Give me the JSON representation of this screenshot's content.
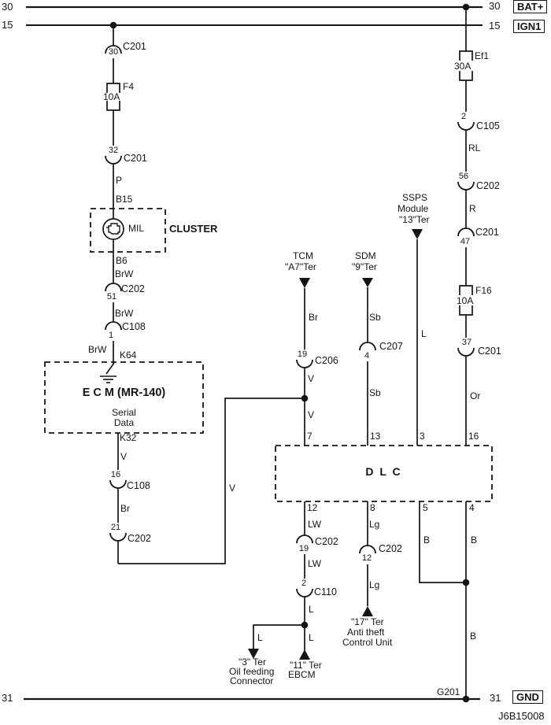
{
  "meta": {
    "code": "J6B15008"
  },
  "buses": {
    "bat_num": "30",
    "ign_num": "15",
    "gnd_num": "31",
    "bat_tag": "BAT+",
    "ign_tag": "IGN1",
    "gnd_tag": "GND",
    "ground_point": "G201"
  },
  "fuses": {
    "f4": {
      "name": "F4",
      "rating": "10A"
    },
    "ef1": {
      "name": "Ef1",
      "rating": "30A"
    },
    "f16": {
      "name": "F16",
      "rating": "10A"
    }
  },
  "boxes": {
    "cluster": "CLUSTER",
    "mil": "MIL",
    "ecm_title": "E C M (MR-140)",
    "ecm_line1": "Serial",
    "ecm_line2": "Data",
    "dlc": "D L C"
  },
  "modules": {
    "tcm1": "TCM",
    "tcm2": "\"A7\"Ter",
    "sdm1": "SDM",
    "sdm2": "\"9\"Ter",
    "ssps1": "SSPS",
    "ssps2": "Module",
    "ssps3": "\"13\"Ter",
    "oil1": "\"3\" Ter",
    "oil2": "Oil feeding",
    "oil3": "Connector",
    "ebcm1": "\"11\" Ter",
    "ebcm2": "EBCM",
    "anti1": "\"17\" Ter",
    "anti2": "Anti theft",
    "anti3": "Control Unit"
  },
  "pins": {
    "b15": "B15",
    "b6": "B6",
    "k64": "K64",
    "k32": "K32",
    "dlc7": "7",
    "dlc13": "13",
    "dlc3": "3",
    "dlc16": "16",
    "dlc12": "12",
    "dlc8": "8",
    "dlc5": "5",
    "dlc4": "4"
  },
  "wires": {
    "p": "P",
    "brw": "BrW",
    "v": "V",
    "br": "Br",
    "sb": "Sb",
    "l": "L",
    "lg": "Lg",
    "lw": "LW",
    "b": "B",
    "rl": "RL",
    "r": "R",
    "or": "Or"
  },
  "connectors": [
    {
      "pin": "30",
      "name": "C201"
    },
    {
      "pin": "32",
      "name": "C201"
    },
    {
      "pin": "51",
      "name": "C202"
    },
    {
      "pin": "1",
      "name": "C108"
    },
    {
      "pin": "16",
      "name": "C108"
    },
    {
      "pin": "21",
      "name": "C202"
    },
    {
      "pin": "19",
      "name": "C206"
    },
    {
      "pin": "4",
      "name": "C207"
    },
    {
      "pin": "2",
      "name": "C105"
    },
    {
      "pin": "56",
      "name": "C202"
    },
    {
      "pin": "47",
      "name": "C201"
    },
    {
      "pin": "37",
      "name": "C201"
    },
    {
      "pin": "19",
      "name": "C202"
    },
    {
      "pin": "12",
      "name": "C202"
    },
    {
      "pin": "2",
      "name": "C110"
    }
  ]
}
